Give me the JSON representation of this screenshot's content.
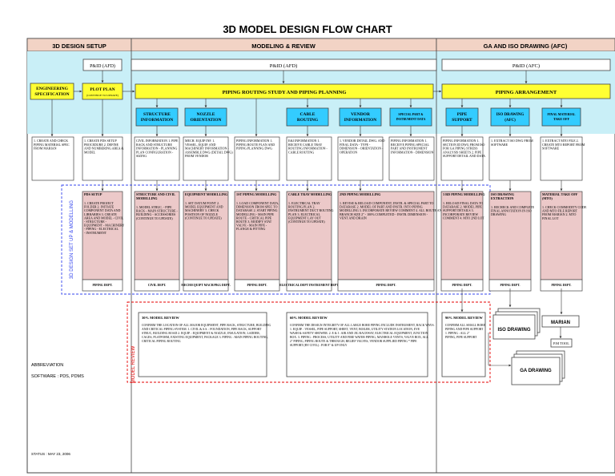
{
  "title": "3D MODEL DESIGN FLOW CHART",
  "columns": {
    "setup": "3D DESIGN SETUP",
    "modeling": "MODELING & REVIEW",
    "ga": "GA AND ISO DRAWING (AFC)"
  },
  "pid_afd": "P&ID (AFD)",
  "pid_afc": "P&ID (AFC)",
  "eng_spec": "ENGINEERING SPECIFICATION",
  "plot_plan": "PLOT PLAN",
  "plot_plan_sub": "(CONTINUE TO UPDATE)",
  "routing_study": "PIPING ROUTING STUDY AND PIPING PLANNING",
  "piping_arrangement": "PIPING ARRANGEMENT",
  "info_boxes": [
    "STRUCTURE INFORMATION",
    "NOZZLE ORIENTATION",
    "CABLE ROUTING",
    "VENDOR INFORMATION",
    "SPECIAL PART & INSTRUMENT DATA",
    "PIPE SUPPORT",
    "ISO DRAWING (AFC)",
    "FINAL MATERIAL TAKE OFF"
  ],
  "side_label": "3D DESIGN SET UP & MODELLING",
  "model_review_label": "MODEL REVIEW",
  "abbreviation_title": "ABBREVIATION",
  "software_text": "SOFTWARE : PDS, PDMS",
  "status_text": "STATUS : MAY 23, 2006",
  "iso_drawing": "ISO DRAWING",
  "ga_drawing": "GA DRAWING",
  "marian": "MARIAN",
  "pm_tool": "P.M TOOL",
  "input_texts": [
    "1. CREATE AND CHECK PIPING MATERIAL SPEC FROM MARIAN",
    "1. CREATE PDS SETUP PROCEDURE 2. DEFINE AND NUMBERING AREA & MODEL",
    "CIVIL INFORMATION 1. PIPE RACK AND STRUCTURE INFORMATION - PLANNING PLAN CONFIGURATION - SIZING",
    "MECH. EQUIP INF. 1. VESSEL, EQUIP. AND MACHINERY INFORMATION - ASSEMBLE DWG (DETAIL DWG) FROM VENDOR",
    "PIPING INFORMATION 1. PIPING ROUTE PLAN AND PIPING PLANNING DWG",
    "E&I INFORMATION 1. RECEIVE CABLE TRAY ROUTING INFORMATION - CABLE ROUTING",
    "1. VENDOR DETAIL DWG. AND FINAL DATA - TYPE - DIMENSION - ORIENTATION - OPERATION",
    "PIPING INFORMATION 1. RECEIVE PIPING SPECIAL PART AND INSTRUMENT INFORMATION - DIMENSION",
    "PIPING INFORMATION 1. SECTION ID DWG FROM ISO FOR GA PIPING STRESS ANALYSIS SHEETS 2. PIPE SUPPORT DETAIL AND DATA",
    "1. EXTRACT ISO DWG FROM SOFTWARE",
    "1. EXTRACT MTO FILE 2. CREATE MTO REPORT FROM SOFTWARE"
  ],
  "model_titles": [
    "PDS SETUP",
    "STRUCTURE AND CIVIL MODELLING",
    "EQUIPMENT MODELLING",
    "1ST PIPING MODELLING",
    "CABLE TRAY MODELLING",
    "2ND PIPING MODELLING",
    "3 RD PIPING MODELLING",
    "ISO DRAWING EXTRACTION",
    "MATERIAL TAKE OFF (MTO)"
  ],
  "model_bodies": [
    "1. CREATE PROJECT FOLDER 2. INITIATE COMPONENT DATA AND LIBRARIES 3. CREATE AREA AND MODEL - CIVIL - STRUCTURE - EQUIPMENT - MACHINERY - PIPING - ELECTRICAL - INSTRUMENT",
    "1. MODEL STRUC. - PIPE RACK - MAIN STRUCTURE - BUILDING - ACCESSORIES (CONTINUE TO UPDATE)",
    "1. SET DATUM POINT 2. MODEL EQUIPMENT AND MACHINERY 3. CHECK POSITION OF NOZZLE (CONTINUE TO UPDATE)",
    "1. LOAD COMPONENT DATA, DIMENSION FROM SPEC TO DATABASE 2. START PIPING MODELLING - MAIN PIPE ROUTE - CRITICAL PIPE ROUTE 3. MODIFY STAT VALVE - MAIN PIPE - FLANGE & FITTING",
    "1. ELECTRICAL TRAY ROUTING PLAN 2. INSTRUMENT DUCT ROUTING PLAN 3. ELECTRICAL EQUIPMENT LAY OUT (CONTINUE TO UPDATE)",
    "1. REVISE & RELOAD COMPONENT, INSTR. & SPECIAL PART TO DATABASE 2. MODEL OF PART AND INSTR. INTO PIPING MODELLING 3. INCORPORATE REVIEW COMMENT 4. ALL ROUTE AND BRANCH SIZE 2\" - 100% COMPLETED - INSTR. DIMENSION - VENT AND DRAIN",
    "1. RELOAD FINAL DATA TO DATABASE 2. MODEL PIPE SUPPORT DETAILS 3. INCORPORATE REVIEW COMMENT 4. MTO 2ND LOT",
    "1. RECHECK AND COMPLETE FINAL ANNOTATION IN ISO DRAWING",
    "1. CHECK COMMODITY CODE AND MTO FILE REPORT FROM MARIAN 2. MTO FINAL LOT"
  ],
  "dept_labels": [
    "PIPING DEPT.",
    "CIVIL DEPT.",
    "MECH/EQUIPT MACH/PKG DEPT.",
    "PIPING DEPT.",
    "ELECTRICAL DEPT INSTRUMENT DEPT",
    "PIPING DEPT.",
    "PIPING DEPT.",
    "PIPING DEPT.",
    "PIPING DEPT."
  ],
  "review_30_title": "30% MODEL REVIEW",
  "review_30_body": "CONFIRM THE LOCATION OF ALL MAJOR EQUIPMENT, PIPE RACK, STRUCTURE, BUILDING AND CRITICAL PIPING SYSTEM. 1. CIVIL & S.S. : FOUNDATION, PIPE RACK, SUPPORT STRUC, BUILDING ROAD 2. EQUIP. : EQUIPMENT & NOZZLE, INSULATION, LADDER, CAGES, PLATFORM, EXISTING EQUIPMENT, PACKAGE 3. PIPING : MAIN PIPING ROUTING, CRITICAL PIPING ROUTING",
  "review_60_title": "60% MODEL REVIEW",
  "review_60_body": "CONFIRM THE DESIGN INTEGRITY OF ALL LARGE BORE PIPING INCLUDE INSTRUMENT, RACK WAYS. 1. EQUIP. : VESSEL, PIPE SUPPORT, SHEET, VENT, BOILER, UTILITY STATION LOCATION, EYE WASH & SAFETY SHOWER. 2. E & I : AIR AND JIG RACEWAY, ELECTRICAL EQUIPMENT, JUNCTION BOX. 3. PIPING : PROCESS, UTILITY AND FIRE WATER PIPING, MANHOLE VENTS, VALVE BOX, ALL 2\" PIPING, PIPING ROUTE & THROUGH, RELIEF VALVES, VENDOR SUPPLIED PIPING * PIPE SUPPORT (BY CIVIL) : FOR 8\" & UP ONLY",
  "review_90_title": "90% MODEL REVIEW",
  "review_90_body": "CONFIRM ALL SMALL BORE PIPING AND PIPE SUPPORT 1. PIPING : ALL 2\" PIPING, PIPE SUPPORT"
}
